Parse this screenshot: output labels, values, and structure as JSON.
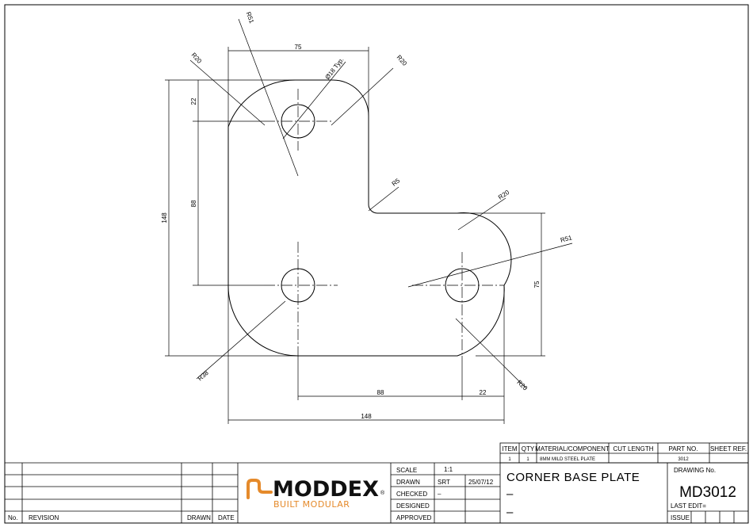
{
  "drawing": {
    "dimensions": {
      "top_width": "75",
      "top_offset": "22",
      "vertical_spacing": "88",
      "overall_height": "148",
      "right_height": "75",
      "bottom_spacing": "88",
      "bottom_offset": "22",
      "overall_width": "148",
      "hole_dia": "Ø18 Typ.",
      "radius_top_left": "R20",
      "radius_top_right": "R20",
      "radius_large_top": "R51",
      "radius_inner": "R5",
      "radius_right_top": "R20",
      "radius_large_right": "R51",
      "radius_bottom_left": "R38",
      "radius_bottom_right": "R20"
    }
  },
  "parts_list": {
    "headers": [
      "ITEM",
      "QTY",
      "MATERIAL/COMPONENT",
      "CUT LENGTH",
      "PART NO.",
      "SHEET REF."
    ],
    "row": [
      "1",
      "1",
      "8MM MILD STEEL PLATE",
      "",
      "3012",
      ""
    ]
  },
  "revision_block": {
    "no_label": "No.",
    "revision_label": "REVISION",
    "drawn_label": "DRAWN",
    "date_label": "DATE"
  },
  "logo": {
    "name": "MODDEX",
    "registered": "®",
    "tagline": "BUILT MODULAR",
    "brand_color": "#e58a2b"
  },
  "signoff": {
    "scale_label": "SCALE",
    "scale_value": "1:1",
    "drawn_label": "DRAWN",
    "drawn_by": "SRT",
    "drawn_date": "25/07/12",
    "checked_label": "CHECKED",
    "checked_by": "–",
    "designed_label": "DESIGNED",
    "approved_label": "APPROVED"
  },
  "title": {
    "main": "CORNER BASE PLATE",
    "line2": "–",
    "line3": "–"
  },
  "drawing_no": {
    "label": "DRAWING No.",
    "value": "MD3012",
    "last_edit": "LAST EDIT=",
    "issue": "ISSUE"
  }
}
